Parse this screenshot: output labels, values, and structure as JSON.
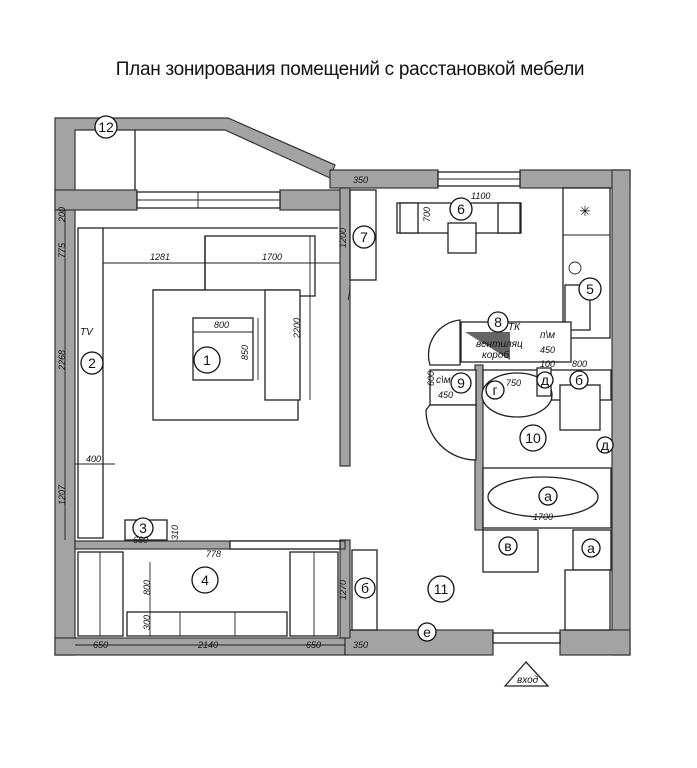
{
  "title": "План зонирования помещений с расстановкой мебели",
  "rooms": [
    "1",
    "2",
    "3",
    "4",
    "5",
    "6",
    "7",
    "8",
    "9",
    "10",
    "11",
    "12"
  ],
  "letters": {
    "a1": "а",
    "a2": "а",
    "b1": "б",
    "b2": "б",
    "v": "в",
    "g": "г",
    "d": "д",
    "e": "е"
  },
  "labels": {
    "tv": "TV",
    "tk": "ТК",
    "pm": "п\\м",
    "sm": "с\\м",
    "vent1": "вентиляц",
    "vent2": "короб",
    "entry": "вход"
  },
  "dims": {
    "k350": "350",
    "k1100": "1100",
    "k700": "700",
    "k1200": "1200",
    "l200": "200",
    "l775": "775",
    "l1281": "1281",
    "l1700": "1700",
    "l2200": "2200",
    "l800": "800",
    "l850": "850",
    "l2268": "2268",
    "l400": "400",
    "l1207": "1207",
    "l660": "660",
    "l310": "310",
    "h778": "778",
    "h800": "800",
    "h300": "300",
    "b650a": "650",
    "b2140": "2140",
    "b650b": "650",
    "c1270": "1270",
    "c350": "350",
    "bath1700": "1700",
    "w450": "450",
    "w100": "100",
    "w800": "800",
    "s600": "600",
    "s450": "450",
    "s750": "750"
  }
}
